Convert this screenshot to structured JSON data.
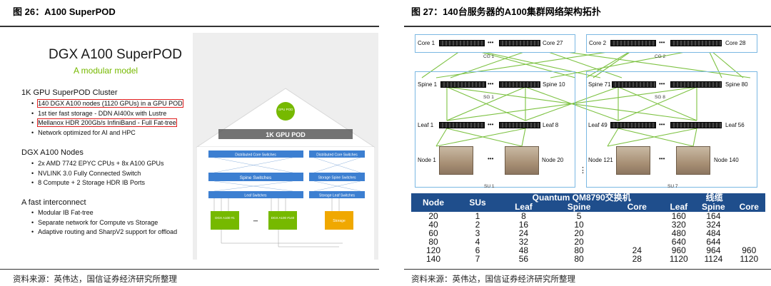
{
  "left": {
    "figure_title": "图 26：A100 SuperPOD",
    "source": "资料来源：英伟达，国信证券经济研究所整理",
    "slide": {
      "title": "DGX A100 SuperPOD",
      "subtitle": "A modular model",
      "sections": [
        {
          "heading": "1K GPU SuperPOD Cluster",
          "items": [
            "140 DGX A100 nodes (1120 GPUs) in a GPU POD",
            "1st tier fast storage - DDN AI400x with Lustre",
            "Mellanox HDR 200Gb/s InfiniBand - Full Fat-tree",
            "Network optimized for AI and HPC"
          ]
        },
        {
          "heading": "DGX A100 Nodes",
          "items": [
            "2x AMD 7742 EPYC CPUs + 8x A100 GPUs",
            "NVLINK 3.0 Fully Connected Switch",
            "8 Compute + 2 Storage HDR IB Ports"
          ]
        },
        {
          "heading": "A fast interconnect",
          "items": [
            "Modular IB Fat-tree",
            "Separate network for Compute vs Storage",
            "Adaptive routing and SharpV2 support for offload"
          ]
        }
      ],
      "pod": {
        "badge": "GPU POD",
        "title": "1K GPU POD",
        "core_switches": "Distributed Core Switches",
        "storage_core_switches": "Distributed Core Switches",
        "spine_switches": "Spine Switches",
        "storage_spine_switches": "Storage Spine Switches",
        "leaf_switches": "Leaf Switches",
        "storage_leaf_switches": "Storage Leaf Switches",
        "node_first": "DGX A100 #1",
        "node_last": "DGX A100 #140",
        "ellipsis": "•••",
        "storage": "Storage"
      }
    }
  },
  "right": {
    "figure_title": "图 27：140台服务器的A100集群网络架构拓扑",
    "source": "资料来源：英伟达，国信证券经济研究所整理",
    "diagram": {
      "core_1": "Core 1",
      "core_27": "Core 27",
      "core_2": "Core 2",
      "core_28": "Core 28",
      "cg_1": "CG 1",
      "cg_2": "CG 2",
      "spine_1": "Spine 1",
      "spine_10": "Spine 10",
      "spine_71": "Spine 71",
      "spine_80": "Spine 80",
      "sg_1": "SG 1",
      "sg_8": "SG 8",
      "leaf_1": "Leaf 1",
      "leaf_8": "Leaf 8",
      "leaf_49": "Leaf 49",
      "leaf_56": "Leaf 56",
      "node_1": "Node 1",
      "node_20": "Node 20",
      "node_121": "Node 121",
      "node_140": "Node 140",
      "su_1": "SU 1",
      "su_7": "SU 7",
      "dots": "•••",
      "vdots": "⋮",
      "link_color": "#7dc242"
    },
    "table": {
      "h_node": "Node",
      "h_sus": "SUs",
      "h_switch_group": "Quantum QM8790交换机",
      "h_cable_group": "线缆",
      "sub_headers": [
        "Leaf",
        "Spine",
        "Core",
        "Leaf",
        "Spine",
        "Core"
      ],
      "rows": [
        [
          "20",
          "1",
          "8",
          "5",
          "",
          "160",
          "164",
          ""
        ],
        [
          "40",
          "2",
          "16",
          "10",
          "",
          "320",
          "324",
          ""
        ],
        [
          "60",
          "3",
          "24",
          "20",
          "",
          "480",
          "484",
          ""
        ],
        [
          "80",
          "4",
          "32",
          "20",
          "",
          "640",
          "644",
          ""
        ],
        [
          "120",
          "6",
          "48",
          "80",
          "24",
          "960",
          "964",
          "960"
        ],
        [
          "140",
          "7",
          "56",
          "80",
          "28",
          "1120",
          "1124",
          "1120"
        ]
      ]
    }
  }
}
